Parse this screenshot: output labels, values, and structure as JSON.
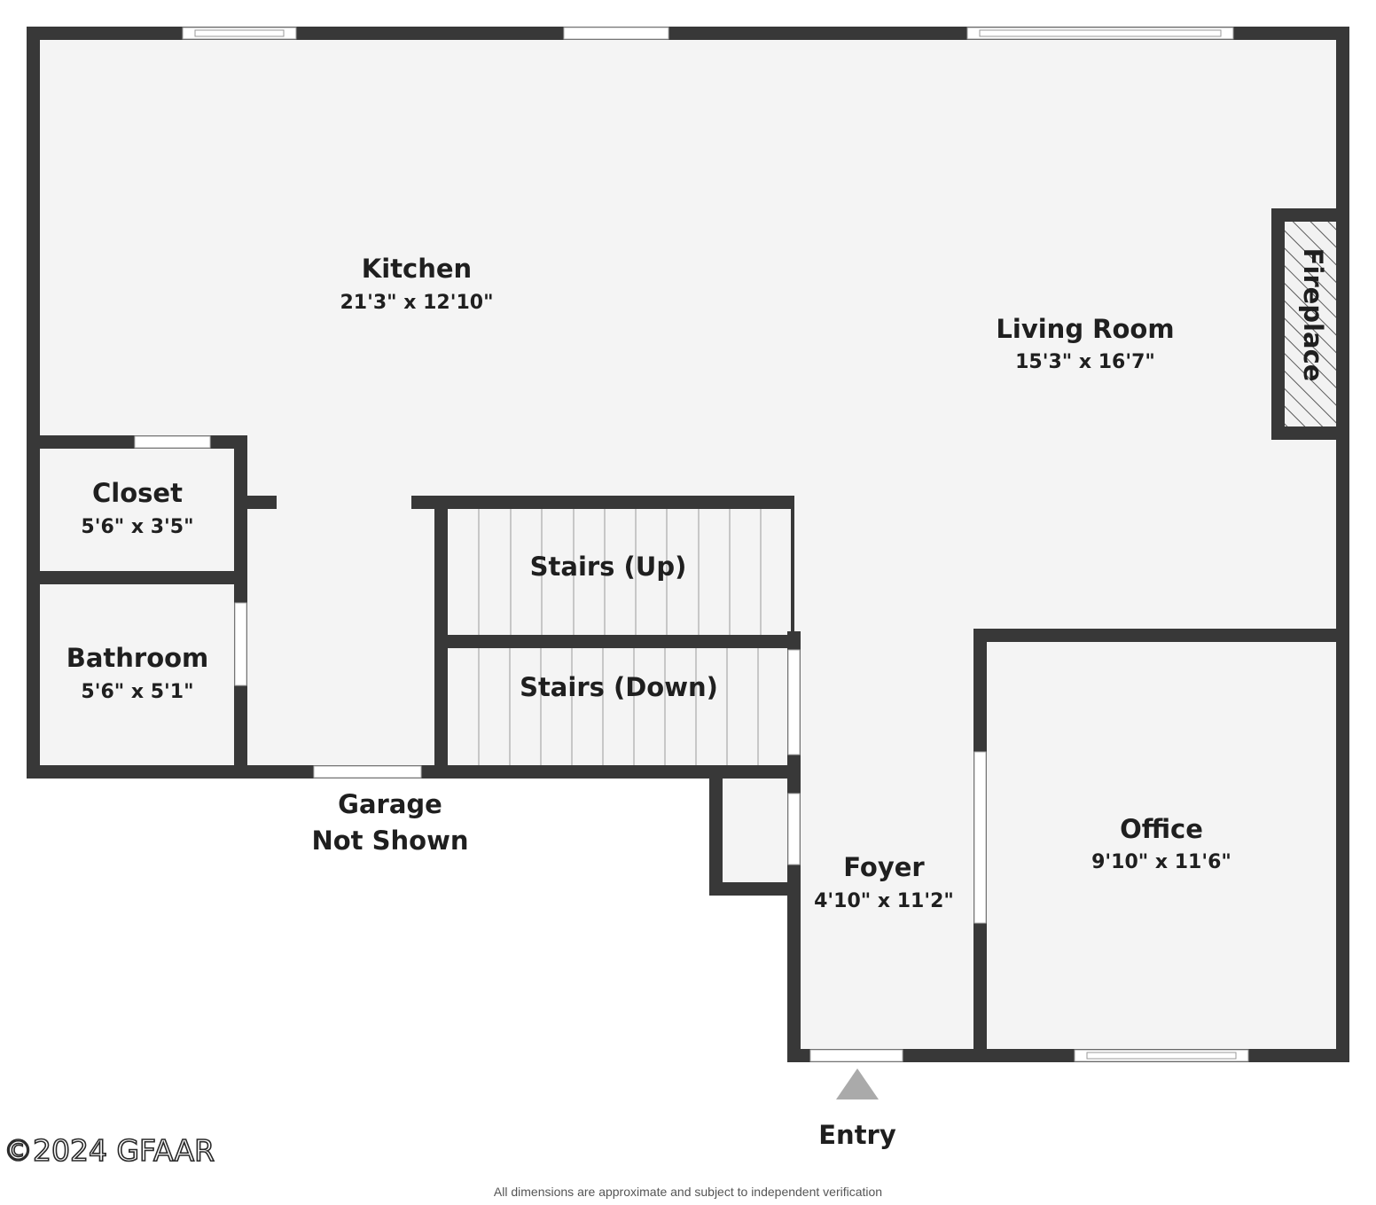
{
  "rooms": {
    "kitchen": {
      "name": "Kitchen",
      "dims": "21'3\" x 12'10\""
    },
    "living_room": {
      "name": "Living Room",
      "dims": "15'3\" x 16'7\""
    },
    "closet": {
      "name": "Closet",
      "dims": "5'6\" x 3'5\""
    },
    "bathroom": {
      "name": "Bathroom",
      "dims": "5'6\" x 5'1\""
    },
    "stairs_up": {
      "name": "Stairs (Up)"
    },
    "stairs_down": {
      "name": "Stairs (Down)"
    },
    "foyer": {
      "name": "Foyer",
      "dims": "4'10\" x 11'2\""
    },
    "office": {
      "name": "Office",
      "dims": "9'10\" x 11'6\""
    },
    "fireplace": {
      "name": "Fireplace"
    }
  },
  "labels": {
    "garage_line1": "Garage",
    "garage_line2": "Not Shown",
    "entry": "Entry"
  },
  "copyright": "©2024 GFAAR",
  "disclaimer": "All dimensions are approximate and subject to independent verification",
  "colors": {
    "wall": "#383838",
    "floor": "#f4f4f4",
    "entry_marker": "#aaaaaa"
  }
}
